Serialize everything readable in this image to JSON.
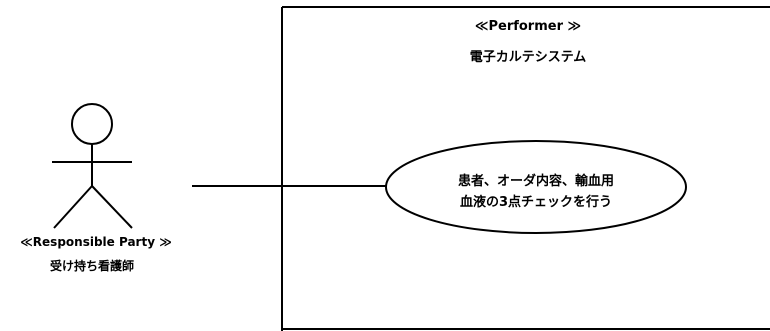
{
  "system": {
    "stereotype": "≪Performer ≫",
    "name": "電子カルテシステム"
  },
  "actor": {
    "stereotype": "≪Responsible Party ≫",
    "name": "受け持ち看護師"
  },
  "use_case": {
    "line1": "患者、オーダ内容、輸血用",
    "line2": "血液の3点チェックを行う"
  }
}
